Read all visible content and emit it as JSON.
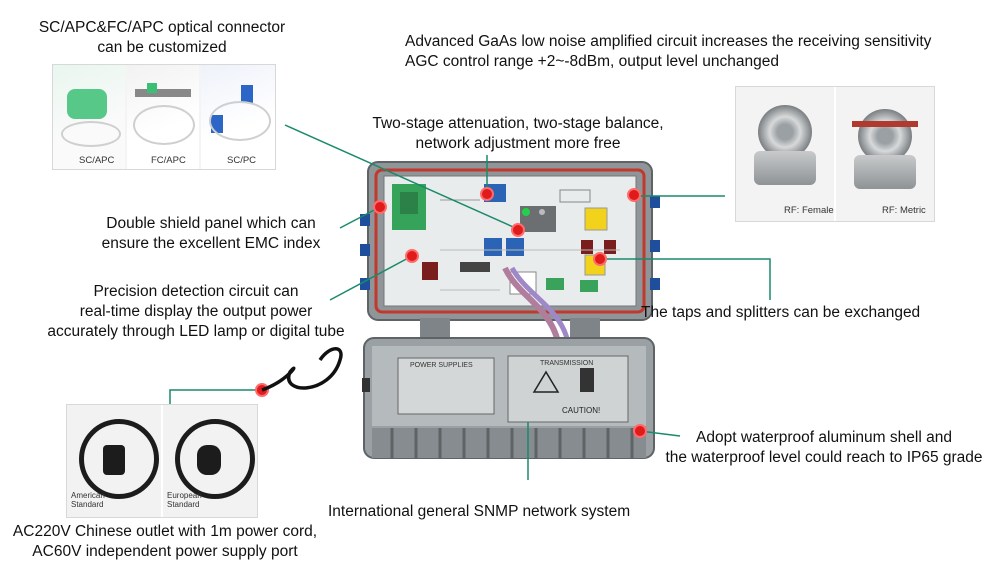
{
  "captions": {
    "connector_line1": "SC/APC&FC/APC optical connector",
    "connector_line2": "can be customized",
    "gaas_line1": "Advanced GaAs low noise amplified circuit increases the receiving sensitivity",
    "gaas_line2": "AGC control range +2~-8dBm, output level unchanged",
    "attenuation_line1": "Two-stage attenuation, two-stage balance,",
    "attenuation_line2": "network adjustment more free",
    "shield_line1": "Double shield panel which can",
    "shield_line2": "ensure the excellent EMC index",
    "detection_line1": "Precision detection circuit can",
    "detection_line2": "real-time display the output power",
    "detection_line3": "accurately through LED lamp or digital tube",
    "taps": "The taps and splitters can be exchanged",
    "shell_line1": "Adopt waterproof aluminum shell and",
    "shell_line2": "the waterproof level could reach to IP65 grade",
    "snmp": "International general SNMP network system",
    "power_line1": "AC220V Chinese outlet with 1m power cord,",
    "power_line2": "AC60V independent  power supply port"
  },
  "photo_labels": {
    "sc_apc": "SC/APC",
    "fc_apc": "FC/APC",
    "sc_pc": "SC/PC",
    "rf_female": "RF: Female",
    "rf_metric": "RF: Metric",
    "american_line1": "American",
    "american_line2": "Standard",
    "european_line1": "European",
    "european_line2": "Standard"
  },
  "device_labels": {
    "power_supplies": "POWER SUPPLIES",
    "caution": "CAUTION!",
    "transmission": "TRANSMISSION"
  },
  "colors": {
    "callout_dot": "#e01b1b",
    "leader_line": "#1a8a6c",
    "housing": "#8f9599",
    "panel": "#e9ecec",
    "seal": "#c0392b",
    "f_connector": "#1f4f9c",
    "module_yellow": "#f2d21a"
  }
}
